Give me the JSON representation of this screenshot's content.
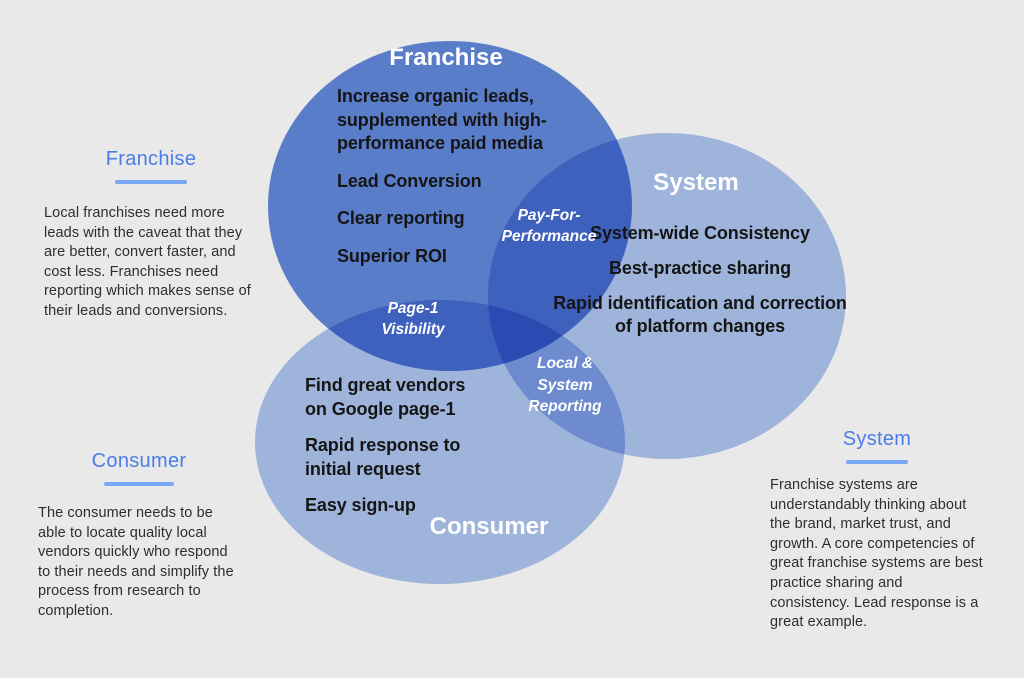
{
  "colors": {
    "background": "#e9e9e9",
    "accent_blue": "#4a7de8",
    "accent_underline": "#7aa7f4",
    "franchise_circle": "#6289dd",
    "system_circle": "#aec5f0",
    "consumer_circle": "#aec5f0"
  },
  "sidebars": {
    "franchise": {
      "heading": "Franchise",
      "body": "Local franchises need more leads with the caveat that they are better, convert faster, and cost less. Franchises need reporting which makes sense of their leads and conversions."
    },
    "consumer": {
      "heading": "Consumer",
      "body": "The consumer needs to be able to locate quality local vendors quickly who respond to their needs and simplify the process from research to completion."
    },
    "system": {
      "heading": "System",
      "body": "Franchise systems are understandably thinking about the brand, market trust, and growth. A core competencies of great franchise systems are best practice sharing and consistency. Lead response is a great example."
    }
  },
  "venn": {
    "circles": {
      "franchise": {
        "title": "Franchise",
        "items": [
          "Increase organic leads, supplemented with high-performance paid media",
          "Lead Conversion",
          "Clear reporting",
          "Superior ROI"
        ]
      },
      "system": {
        "title": "System",
        "items": [
          "System-wide Consistency",
          "Best-practice sharing",
          "Rapid identification and correction of platform changes"
        ]
      },
      "consumer": {
        "title": "Consumer",
        "items": [
          "Find great vendors on Google page-1",
          "Rapid response to initial request",
          "Easy sign-up"
        ]
      }
    },
    "overlaps": {
      "franchise_system": {
        "label": "Pay-For-Performance"
      },
      "franchise_consumer": {
        "label": "Page-1 Visibility"
      },
      "system_consumer": {
        "label": "Local & System Reporting"
      }
    }
  }
}
